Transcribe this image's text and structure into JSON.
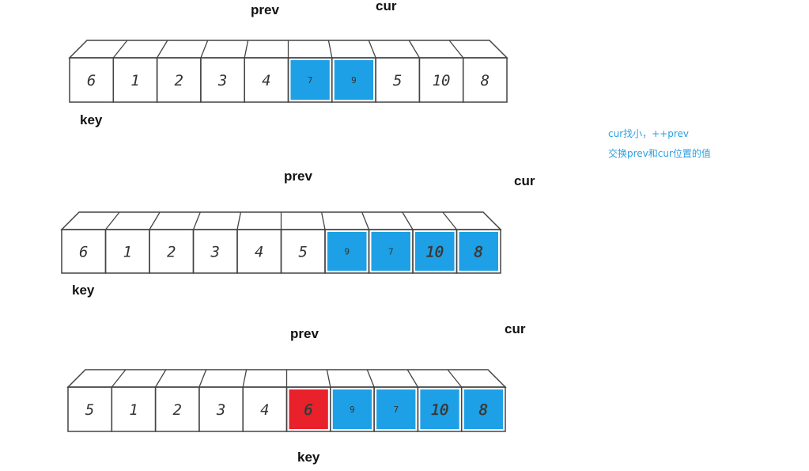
{
  "note": {
    "line1": "cur找小，++prev",
    "line2": "交换prev和cur位置的值"
  },
  "rows": [
    {
      "prev_label": "prev",
      "cur_label": "cur",
      "key_label": "key",
      "cells": [
        {
          "value": "6",
          "highlight": "none"
        },
        {
          "value": "1",
          "highlight": "none"
        },
        {
          "value": "2",
          "highlight": "none"
        },
        {
          "value": "3",
          "highlight": "none"
        },
        {
          "value": "4",
          "highlight": "none"
        },
        {
          "value": "7",
          "highlight": "blue"
        },
        {
          "value": "9",
          "highlight": "blue"
        },
        {
          "value": "5",
          "highlight": "none"
        },
        {
          "value": "10",
          "highlight": "none"
        },
        {
          "value": "8",
          "highlight": "none"
        }
      ]
    },
    {
      "prev_label": "prev",
      "cur_label": "cur",
      "key_label": "key",
      "cells": [
        {
          "value": "6",
          "highlight": "none"
        },
        {
          "value": "1",
          "highlight": "none"
        },
        {
          "value": "2",
          "highlight": "none"
        },
        {
          "value": "3",
          "highlight": "none"
        },
        {
          "value": "4",
          "highlight": "none"
        },
        {
          "value": "5",
          "highlight": "none"
        },
        {
          "value": "9",
          "highlight": "blue"
        },
        {
          "value": "7",
          "highlight": "blue"
        },
        {
          "value": "10",
          "highlight": "blue"
        },
        {
          "value": "8",
          "highlight": "blue"
        }
      ]
    },
    {
      "prev_label": "prev",
      "cur_label": "cur",
      "key_label": "key",
      "cells": [
        {
          "value": "5",
          "highlight": "none"
        },
        {
          "value": "1",
          "highlight": "none"
        },
        {
          "value": "2",
          "highlight": "none"
        },
        {
          "value": "3",
          "highlight": "none"
        },
        {
          "value": "4",
          "highlight": "none"
        },
        {
          "value": "6",
          "highlight": "red"
        },
        {
          "value": "9",
          "highlight": "blue"
        },
        {
          "value": "7",
          "highlight": "blue"
        },
        {
          "value": "10",
          "highlight": "blue"
        },
        {
          "value": "8",
          "highlight": "blue"
        }
      ]
    }
  ],
  "colors": {
    "blue": "#1ea0e6",
    "red": "#e8212b",
    "stroke": "#444444",
    "note": "#2b9fe0"
  }
}
